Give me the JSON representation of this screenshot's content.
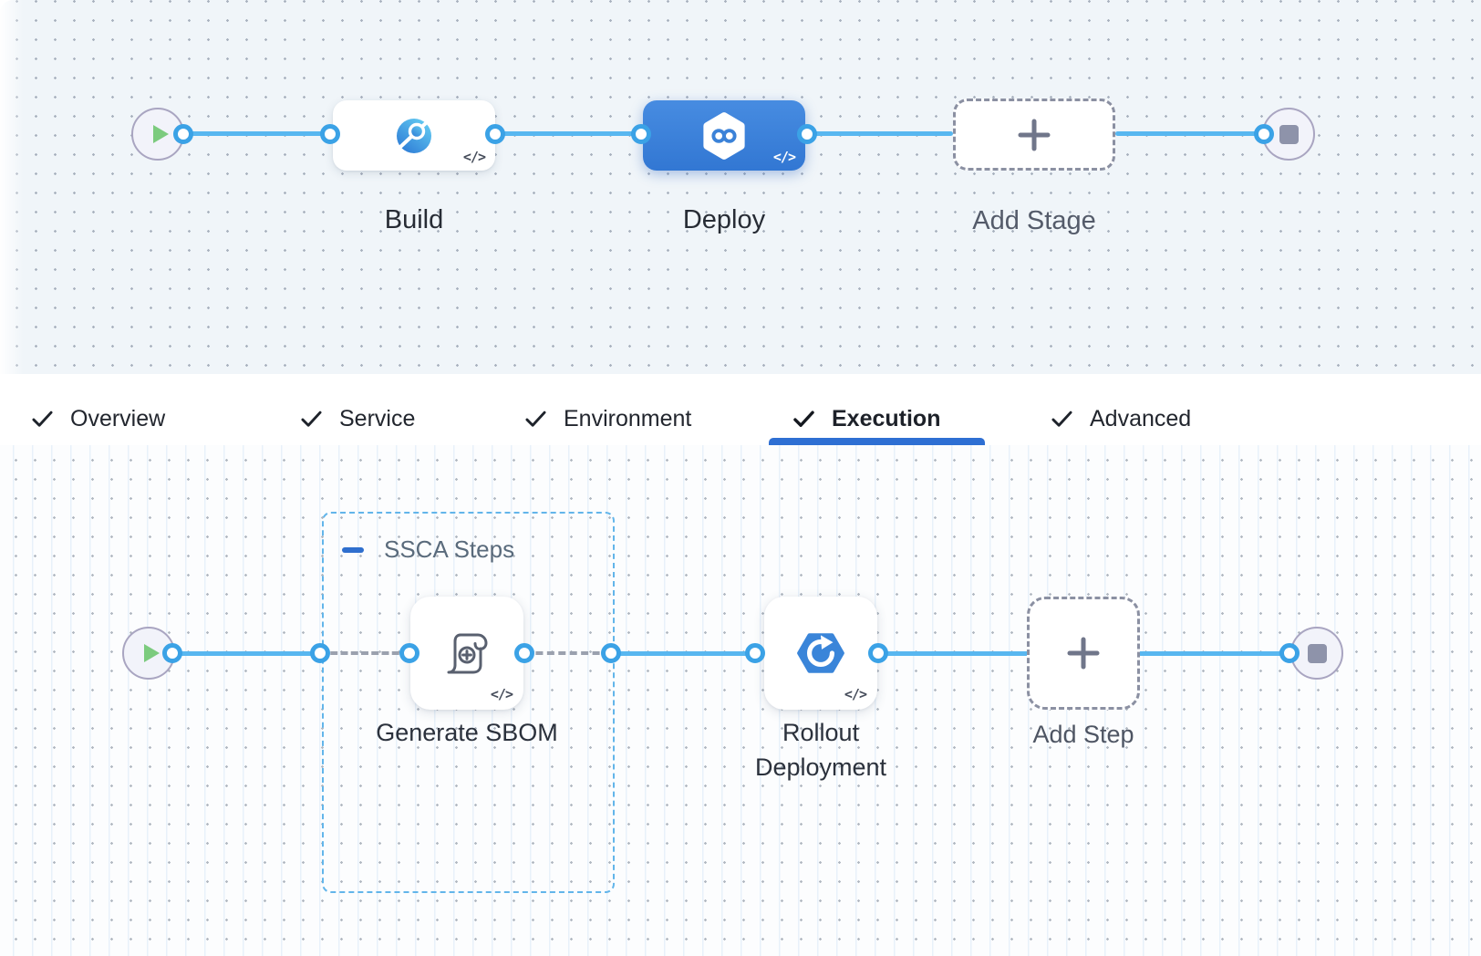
{
  "stage_canvas": {
    "nodes": {
      "build": {
        "label": "Build",
        "code_glyph": "</>"
      },
      "deploy": {
        "label": "Deploy",
        "code_glyph": "</>"
      },
      "add_stage": {
        "label": "Add Stage"
      }
    }
  },
  "tab_bar": {
    "items": [
      {
        "label": "Overview"
      },
      {
        "label": "Service"
      },
      {
        "label": "Environment"
      },
      {
        "label": "Execution"
      },
      {
        "label": "Advanced"
      }
    ],
    "active_tab": "Execution"
  },
  "execution_canvas": {
    "group": {
      "label": "SSCA Steps"
    },
    "steps": {
      "generate_sbom": {
        "label": "Generate SBOM",
        "code_glyph": "</>"
      },
      "rollout_deployment": {
        "label": "Rollout Deployment",
        "code_glyph": "</>"
      },
      "add_step": {
        "label": "Add Step"
      }
    }
  },
  "colors": {
    "selected_node_blue": "#3c80d8",
    "connector_blue": "#58b7f0",
    "port_ring_blue": "#3ba2e6",
    "dashed_connector_gray": "#9ba1ae",
    "group_border_blue": "#62b5ea",
    "active_tab_underline": "#2e6fd3",
    "play_green": "#7ccb7e",
    "stop_gray": "#8e93aa",
    "top_canvas_bg": "#f0f5f9",
    "bottom_canvas_bg": "#fcfdfe"
  }
}
